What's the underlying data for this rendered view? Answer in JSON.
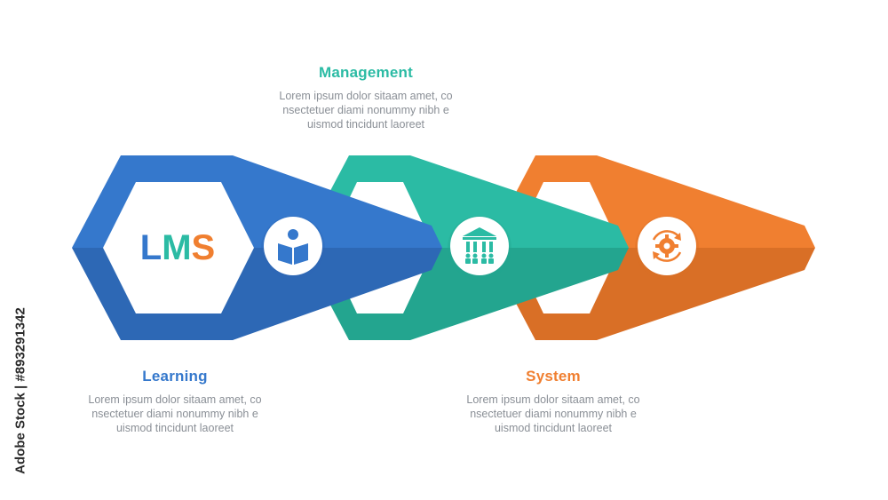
{
  "center_label": {
    "letters": [
      {
        "char": "L",
        "color": "#3578cc"
      },
      {
        "char": "M",
        "color": "#2bbba4"
      },
      {
        "char": "S",
        "color": "#f07f30"
      }
    ]
  },
  "steps": [
    {
      "id": "learning",
      "title": "Learning",
      "description": "Lorem ipsum dolor sitaam amet, co\nnsectetuer diami nonummy  nibh e\nuismod tincidunt laoreet",
      "color": "#3578cc",
      "color_dark": "#2d68b5",
      "icon": "reader-book-icon"
    },
    {
      "id": "management",
      "title": "Management",
      "description": "Lorem ipsum dolor sitaam amet, co\nnsectetuer diami nonummy  nibh e\nuismod tincidunt laoreet",
      "color": "#2bbba4",
      "color_dark": "#23a58f",
      "icon": "institution-building-icon"
    },
    {
      "id": "system",
      "title": "System",
      "description": "Lorem ipsum dolor sitaam amet, co\nnsectetuer diami nonummy  nibh e\nuismod tincidunt laoreet",
      "color": "#f07f30",
      "color_dark": "#d96f26",
      "icon": "gear-refresh-icon"
    }
  ],
  "watermark": "Adobe Stock | #893291342"
}
